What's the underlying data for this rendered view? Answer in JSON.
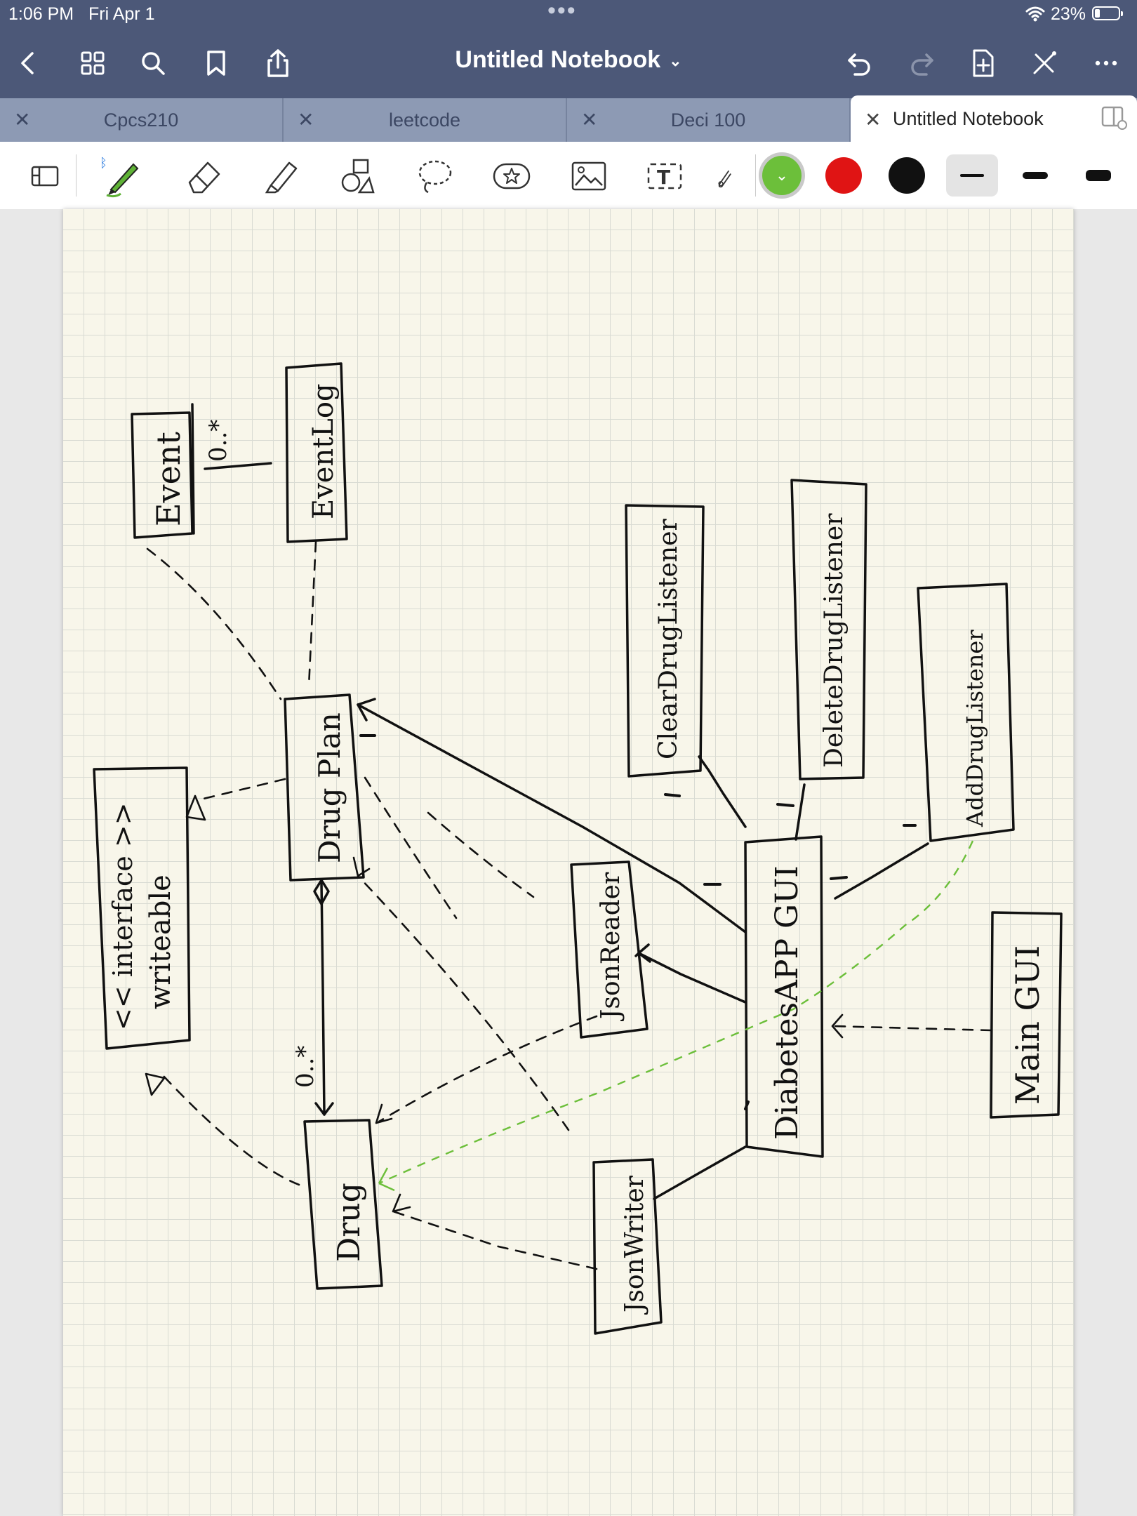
{
  "status": {
    "time": "1:06 PM",
    "date": "Fri Apr 1",
    "battery": "23%"
  },
  "nav": {
    "title": "Untitled Notebook"
  },
  "tabs": [
    {
      "label": "Cpcs210"
    },
    {
      "label": "leetcode"
    },
    {
      "label": "Deci 100"
    },
    {
      "label": "Untitled Notebook",
      "active": true
    }
  ],
  "colors": {
    "navbar": "#4c5878",
    "tabbar": "#8d9ab4",
    "paper": "#f8f6ea",
    "pen_green": "#6cbf3a",
    "pen_red": "#e01414",
    "pen_black": "#111111"
  },
  "toolbar": {
    "tools": [
      "crop-icon",
      "pen-icon",
      "eraser-icon",
      "highlighter-icon",
      "shapes-icon",
      "lasso-icon",
      "sticker-icon",
      "image-icon",
      "text-icon",
      "laser-pointer-icon"
    ],
    "selected_color": "green"
  },
  "notebook": {
    "sketch": {
      "labels": {
        "event": "Event",
        "event_list": "EventLog",
        "multiplicity_top": "0..*",
        "interface": "<< interface >>",
        "writeable": "writeable",
        "drug_plan": "Drug Plan",
        "multiplicity_bottom": "0..*",
        "drug": "Drug",
        "clear_listener": "ClearDrugListener",
        "delete_listener": "DeleteDrugListener",
        "add_listener": "AddDrugListener",
        "json_reader": "JsonReader",
        "json_writer": "JsonWriter",
        "app_gui": "DiabetesAPP GUI",
        "main_gui": "Main GUI"
      }
    }
  }
}
